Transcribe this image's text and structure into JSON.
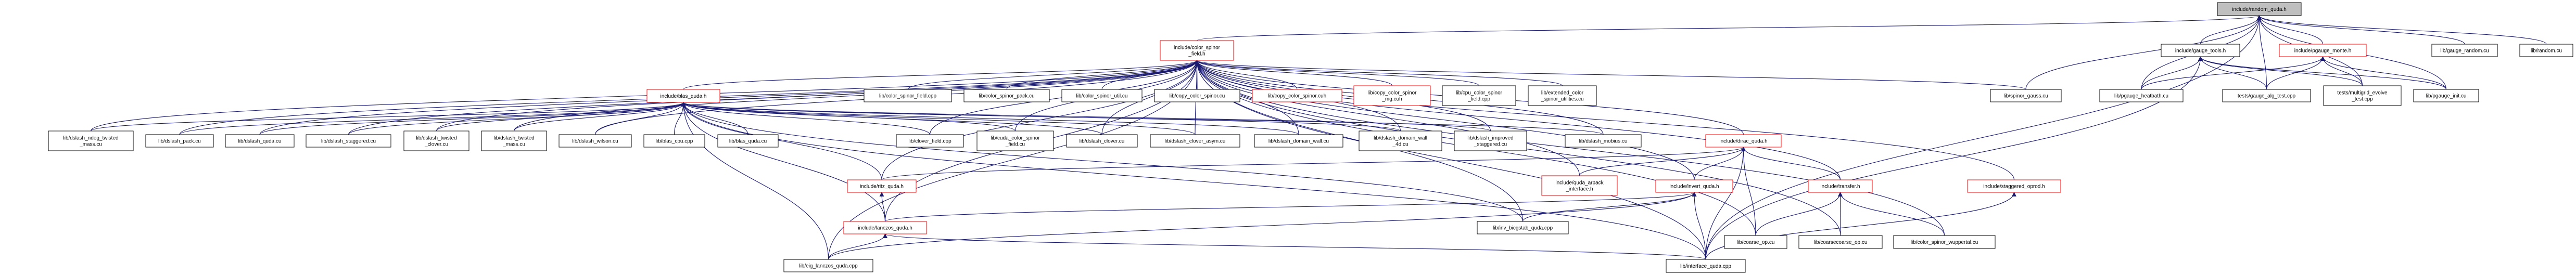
{
  "title": "include/random_quda.h dependency graph",
  "colors": {
    "edge": "#191970",
    "incomplete_border": "#ff0000",
    "root_fill": "#bfbfbf"
  },
  "nodes": [
    {
      "id": "random_quda_h",
      "lines": [
        "include/random_quda.h"
      ],
      "style": "root"
    },
    {
      "id": "color_spinor_field_h",
      "lines": [
        "include/color_spinor",
        "_field.h"
      ],
      "style": "red"
    },
    {
      "id": "gauge_tools_h",
      "lines": [
        "include/gauge_tools.h"
      ],
      "style": "normal"
    },
    {
      "id": "pgauge_monte_h",
      "lines": [
        "include/pgauge_monte.h"
      ],
      "style": "red"
    },
    {
      "id": "gauge_random_cu",
      "lines": [
        "lib/gauge_random.cu"
      ],
      "style": "normal"
    },
    {
      "id": "random_cu",
      "lines": [
        "lib/random.cu"
      ],
      "style": "normal"
    },
    {
      "id": "blas_quda_h",
      "lines": [
        "include/blas_quda.h"
      ],
      "style": "red"
    },
    {
      "id": "color_spinor_field_cpp",
      "lines": [
        "lib/color_spinor_field.cpp"
      ],
      "style": "normal"
    },
    {
      "id": "color_spinor_pack_cu",
      "lines": [
        "lib/color_spinor_pack.cu"
      ],
      "style": "normal"
    },
    {
      "id": "color_spinor_util_cu",
      "lines": [
        "lib/color_spinor_util.cu"
      ],
      "style": "normal"
    },
    {
      "id": "copy_color_spinor_cu",
      "lines": [
        "lib/copy_color_spinor.cu"
      ],
      "style": "normal"
    },
    {
      "id": "copy_color_spinor_cuh",
      "lines": [
        "lib/copy_color_spinor.cuh"
      ],
      "style": "red"
    },
    {
      "id": "copy_color_spinor_mg_cuh",
      "lines": [
        "lib/copy_color_spinor",
        "_mg.cuh"
      ],
      "style": "red"
    },
    {
      "id": "cpu_color_spinor_field_cpp",
      "lines": [
        "lib/cpu_color_spinor",
        "_field.cpp"
      ],
      "style": "normal"
    },
    {
      "id": "extended_color_spinor_utilities_cu",
      "lines": [
        "lib/extended_color",
        "_spinor_utilities.cu"
      ],
      "style": "normal"
    },
    {
      "id": "spinor_gauss_cu",
      "lines": [
        "lib/spinor_gauss.cu"
      ],
      "style": "normal"
    },
    {
      "id": "pgauge_heatbath_cu",
      "lines": [
        "lib/pgauge_heatbath.cu"
      ],
      "style": "normal"
    },
    {
      "id": "gauge_alg_test_cpp",
      "lines": [
        "tests/gauge_alg_test.cpp"
      ],
      "style": "normal"
    },
    {
      "id": "multigrid_evolve_test_cpp",
      "lines": [
        "tests/multigrid_evolve",
        "_test.cpp"
      ],
      "style": "normal"
    },
    {
      "id": "pgauge_init_cu",
      "lines": [
        "lib/pgauge_init.cu"
      ],
      "style": "normal"
    },
    {
      "id": "dslash_ndeg_twisted_mass_cu",
      "lines": [
        "lib/dslash_ndeg_twisted",
        "_mass.cu"
      ],
      "style": "normal"
    },
    {
      "id": "dslash_pack_cu",
      "lines": [
        "lib/dslash_pack.cu"
      ],
      "style": "normal"
    },
    {
      "id": "dslash_quda_cu",
      "lines": [
        "lib/dslash_quda.cu"
      ],
      "style": "normal"
    },
    {
      "id": "dslash_staggered_cu",
      "lines": [
        "lib/dslash_staggered.cu"
      ],
      "style": "normal"
    },
    {
      "id": "dslash_twisted_clover_cu",
      "lines": [
        "lib/dslash_twisted",
        "_clover.cu"
      ],
      "style": "normal"
    },
    {
      "id": "dslash_twisted_mass_cu",
      "lines": [
        "lib/dslash_twisted",
        "_mass.cu"
      ],
      "style": "normal"
    },
    {
      "id": "dslash_wilson_cu",
      "lines": [
        "lib/dslash_wilson.cu"
      ],
      "style": "normal"
    },
    {
      "id": "blas_cpu_cpp",
      "lines": [
        "lib/blas_cpu.cpp"
      ],
      "style": "normal"
    },
    {
      "id": "blas_quda_cu",
      "lines": [
        "lib/blas_quda.cu"
      ],
      "style": "normal"
    },
    {
      "id": "clover_field_cpp",
      "lines": [
        "lib/clover_field.cpp"
      ],
      "style": "normal"
    },
    {
      "id": "cuda_color_spinor_field_cu",
      "lines": [
        "lib/cuda_color_spinor",
        "_field.cu"
      ],
      "style": "normal"
    },
    {
      "id": "dslash_clover_cu",
      "lines": [
        "lib/dslash_clover.cu"
      ],
      "style": "normal"
    },
    {
      "id": "dslash_clover_asym_cu",
      "lines": [
        "lib/dslash_clover_asym.cu"
      ],
      "style": "normal"
    },
    {
      "id": "dslash_domain_wall_cu",
      "lines": [
        "lib/dslash_domain_wall.cu"
      ],
      "style": "normal"
    },
    {
      "id": "dslash_domain_wall_4d_cu",
      "lines": [
        "lib/dslash_domain_wall",
        "_4d.cu"
      ],
      "style": "normal"
    },
    {
      "id": "dslash_improved_staggered_cu",
      "lines": [
        "lib/dslash_improved",
        "_staggered.cu"
      ],
      "style": "normal"
    },
    {
      "id": "dslash_mobius_cu",
      "lines": [
        "lib/dslash_mobius.cu"
      ],
      "style": "normal"
    },
    {
      "id": "dirac_quda_h",
      "lines": [
        "include/dirac_quda.h"
      ],
      "style": "red"
    },
    {
      "id": "ritz_quda_h",
      "lines": [
        "include/ritz_quda.h"
      ],
      "style": "red"
    },
    {
      "id": "quda_arpack_interface_h",
      "lines": [
        "include/quda_arpack",
        "_interface.h"
      ],
      "style": "red"
    },
    {
      "id": "invert_quda_h",
      "lines": [
        "include/invert_quda.h"
      ],
      "style": "red"
    },
    {
      "id": "transfer_h",
      "lines": [
        "include/transfer.h"
      ],
      "style": "red"
    },
    {
      "id": "staggered_oprod_h",
      "lines": [
        "include/staggered_oprod.h"
      ],
      "style": "red"
    },
    {
      "id": "lanczos_quda_h",
      "lines": [
        "include/lanczos_quda.h"
      ],
      "style": "red"
    },
    {
      "id": "inv_bicgstab_quda_cpp",
      "lines": [
        "lib/inv_bicgstab_quda.cpp"
      ],
      "style": "normal"
    },
    {
      "id": "coarse_op_cu",
      "lines": [
        "lib/coarse_op.cu"
      ],
      "style": "normal"
    },
    {
      "id": "coarsecoarse_op_cu",
      "lines": [
        "lib/coarsecoarse_op.cu"
      ],
      "style": "normal"
    },
    {
      "id": "color_spinor_wuppertal_cu",
      "lines": [
        "lib/color_spinor_wuppertal.cu"
      ],
      "style": "normal"
    },
    {
      "id": "eig_lanczos_quda_cpp",
      "lines": [
        "lib/eig_lanczos_quda.cpp"
      ],
      "style": "normal"
    },
    {
      "id": "interface_quda_cpp",
      "lines": [
        "lib/interface_quda.cpp"
      ],
      "style": "normal"
    }
  ],
  "edges": [
    [
      "color_spinor_field_h",
      "random_quda_h"
    ],
    [
      "gauge_tools_h",
      "random_quda_h"
    ],
    [
      "pgauge_monte_h",
      "random_quda_h"
    ],
    [
      "gauge_random_cu",
      "random_quda_h"
    ],
    [
      "random_cu",
      "random_quda_h"
    ],
    [
      "spinor_gauss_cu",
      "random_quda_h"
    ],
    [
      "pgauge_heatbath_cu",
      "random_quda_h"
    ],
    [
      "gauge_alg_test_cpp",
      "random_quda_h"
    ],
    [
      "multigrid_evolve_test_cpp",
      "random_quda_h"
    ],
    [
      "pgauge_init_cu",
      "random_quda_h"
    ],
    [
      "interface_quda_cpp",
      "random_quda_h"
    ],
    [
      "gauge_alg_test_cpp",
      "gauge_tools_h"
    ],
    [
      "pgauge_heatbath_cu",
      "gauge_tools_h"
    ],
    [
      "multigrid_evolve_test_cpp",
      "gauge_tools_h"
    ],
    [
      "pgauge_init_cu",
      "gauge_tools_h"
    ],
    [
      "interface_quda_cpp",
      "gauge_tools_h"
    ],
    [
      "pgauge_heatbath_cu",
      "pgauge_monte_h"
    ],
    [
      "gauge_alg_test_cpp",
      "pgauge_monte_h"
    ],
    [
      "multigrid_evolve_test_cpp",
      "pgauge_monte_h"
    ],
    [
      "pgauge_init_cu",
      "pgauge_monte_h"
    ],
    [
      "blas_quda_h",
      "color_spinor_field_h"
    ],
    [
      "color_spinor_field_cpp",
      "color_spinor_field_h"
    ],
    [
      "color_spinor_pack_cu",
      "color_spinor_field_h"
    ],
    [
      "color_spinor_util_cu",
      "color_spinor_field_h"
    ],
    [
      "copy_color_spinor_cu",
      "color_spinor_field_h"
    ],
    [
      "copy_color_spinor_cuh",
      "color_spinor_field_h"
    ],
    [
      "copy_color_spinor_mg_cuh",
      "color_spinor_field_h"
    ],
    [
      "cpu_color_spinor_field_cpp",
      "color_spinor_field_h"
    ],
    [
      "extended_color_spinor_utilities_cu",
      "color_spinor_field_h"
    ],
    [
      "spinor_gauss_cu",
      "color_spinor_field_h"
    ],
    [
      "dslash_ndeg_twisted_mass_cu",
      "color_spinor_field_h"
    ],
    [
      "dslash_pack_cu",
      "color_spinor_field_h"
    ],
    [
      "dslash_quda_cu",
      "color_spinor_field_h"
    ],
    [
      "dslash_staggered_cu",
      "color_spinor_field_h"
    ],
    [
      "dslash_twisted_clover_cu",
      "color_spinor_field_h"
    ],
    [
      "dslash_twisted_mass_cu",
      "color_spinor_field_h"
    ],
    [
      "dslash_wilson_cu",
      "color_spinor_field_h"
    ],
    [
      "clover_field_cpp",
      "color_spinor_field_h"
    ],
    [
      "cuda_color_spinor_field_cu",
      "color_spinor_field_h"
    ],
    [
      "dslash_clover_cu",
      "color_spinor_field_h"
    ],
    [
      "dslash_clover_asym_cu",
      "color_spinor_field_h"
    ],
    [
      "dslash_domain_wall_cu",
      "color_spinor_field_h"
    ],
    [
      "dslash_domain_wall_4d_cu",
      "color_spinor_field_h"
    ],
    [
      "dslash_improved_staggered_cu",
      "color_spinor_field_h"
    ],
    [
      "dslash_mobius_cu",
      "color_spinor_field_h"
    ],
    [
      "dirac_quda_h",
      "color_spinor_field_h"
    ],
    [
      "ritz_quda_h",
      "color_spinor_field_h"
    ],
    [
      "lanczos_quda_h",
      "color_spinor_field_h"
    ],
    [
      "eig_lanczos_quda_cpp",
      "color_spinor_field_h"
    ],
    [
      "interface_quda_cpp",
      "color_spinor_field_h"
    ],
    [
      "invert_quda_h",
      "color_spinor_field_h"
    ],
    [
      "transfer_h",
      "color_spinor_field_h"
    ],
    [
      "staggered_oprod_h",
      "color_spinor_field_h"
    ],
    [
      "coarse_op_cu",
      "color_spinor_field_h"
    ],
    [
      "coarsecoarse_op_cu",
      "color_spinor_field_h"
    ],
    [
      "color_spinor_wuppertal_cu",
      "color_spinor_field_h"
    ],
    [
      "inv_bicgstab_quda_cpp",
      "color_spinor_field_h"
    ],
    [
      "quda_arpack_interface_h",
      "color_spinor_field_h"
    ],
    [
      "dslash_ndeg_twisted_mass_cu",
      "blas_quda_h"
    ],
    [
      "dslash_pack_cu",
      "blas_quda_h"
    ],
    [
      "dslash_quda_cu",
      "blas_quda_h"
    ],
    [
      "dslash_staggered_cu",
      "blas_quda_h"
    ],
    [
      "dslash_twisted_clover_cu",
      "blas_quda_h"
    ],
    [
      "dslash_twisted_mass_cu",
      "blas_quda_h"
    ],
    [
      "dslash_wilson_cu",
      "blas_quda_h"
    ],
    [
      "blas_cpu_cpp",
      "blas_quda_h"
    ],
    [
      "blas_quda_cu",
      "blas_quda_h"
    ],
    [
      "clover_field_cpp",
      "blas_quda_h"
    ],
    [
      "cuda_color_spinor_field_cu",
      "blas_quda_h"
    ],
    [
      "dslash_clover_cu",
      "blas_quda_h"
    ],
    [
      "dslash_clover_asym_cu",
      "blas_quda_h"
    ],
    [
      "dslash_domain_wall_cu",
      "blas_quda_h"
    ],
    [
      "dslash_domain_wall_4d_cu",
      "blas_quda_h"
    ],
    [
      "dslash_improved_staggered_cu",
      "blas_quda_h"
    ],
    [
      "dslash_mobius_cu",
      "blas_quda_h"
    ],
    [
      "ritz_quda_h",
      "blas_quda_h"
    ],
    [
      "lanczos_quda_h",
      "blas_quda_h"
    ],
    [
      "eig_lanczos_quda_cpp",
      "blas_quda_h"
    ],
    [
      "interface_quda_cpp",
      "blas_quda_h"
    ],
    [
      "inv_bicgstab_quda_cpp",
      "blas_quda_h"
    ],
    [
      "invert_quda_h",
      "dirac_quda_h"
    ],
    [
      "transfer_h",
      "dirac_quda_h"
    ],
    [
      "quda_arpack_interface_h",
      "dirac_quda_h"
    ],
    [
      "ritz_quda_h",
      "dirac_quda_h"
    ],
    [
      "interface_quda_cpp",
      "dirac_quda_h"
    ],
    [
      "coarse_op_cu",
      "dirac_quda_h"
    ],
    [
      "lanczos_quda_h",
      "ritz_quda_h"
    ],
    [
      "eig_lanczos_quda_cpp",
      "lanczos_quda_h"
    ],
    [
      "interface_quda_cpp",
      "lanczos_quda_h"
    ],
    [
      "inv_bicgstab_quda_cpp",
      "invert_quda_h"
    ],
    [
      "interface_quda_cpp",
      "invert_quda_h"
    ],
    [
      "lanczos_quda_h",
      "invert_quda_h"
    ],
    [
      "eig_lanczos_quda_cpp",
      "invert_quda_h"
    ],
    [
      "coarse_op_cu",
      "transfer_h"
    ],
    [
      "coarsecoarse_op_cu",
      "transfer_h"
    ],
    [
      "color_spinor_wuppertal_cu",
      "transfer_h"
    ],
    [
      "interface_quda_cpp",
      "staggered_oprod_h"
    ]
  ]
}
